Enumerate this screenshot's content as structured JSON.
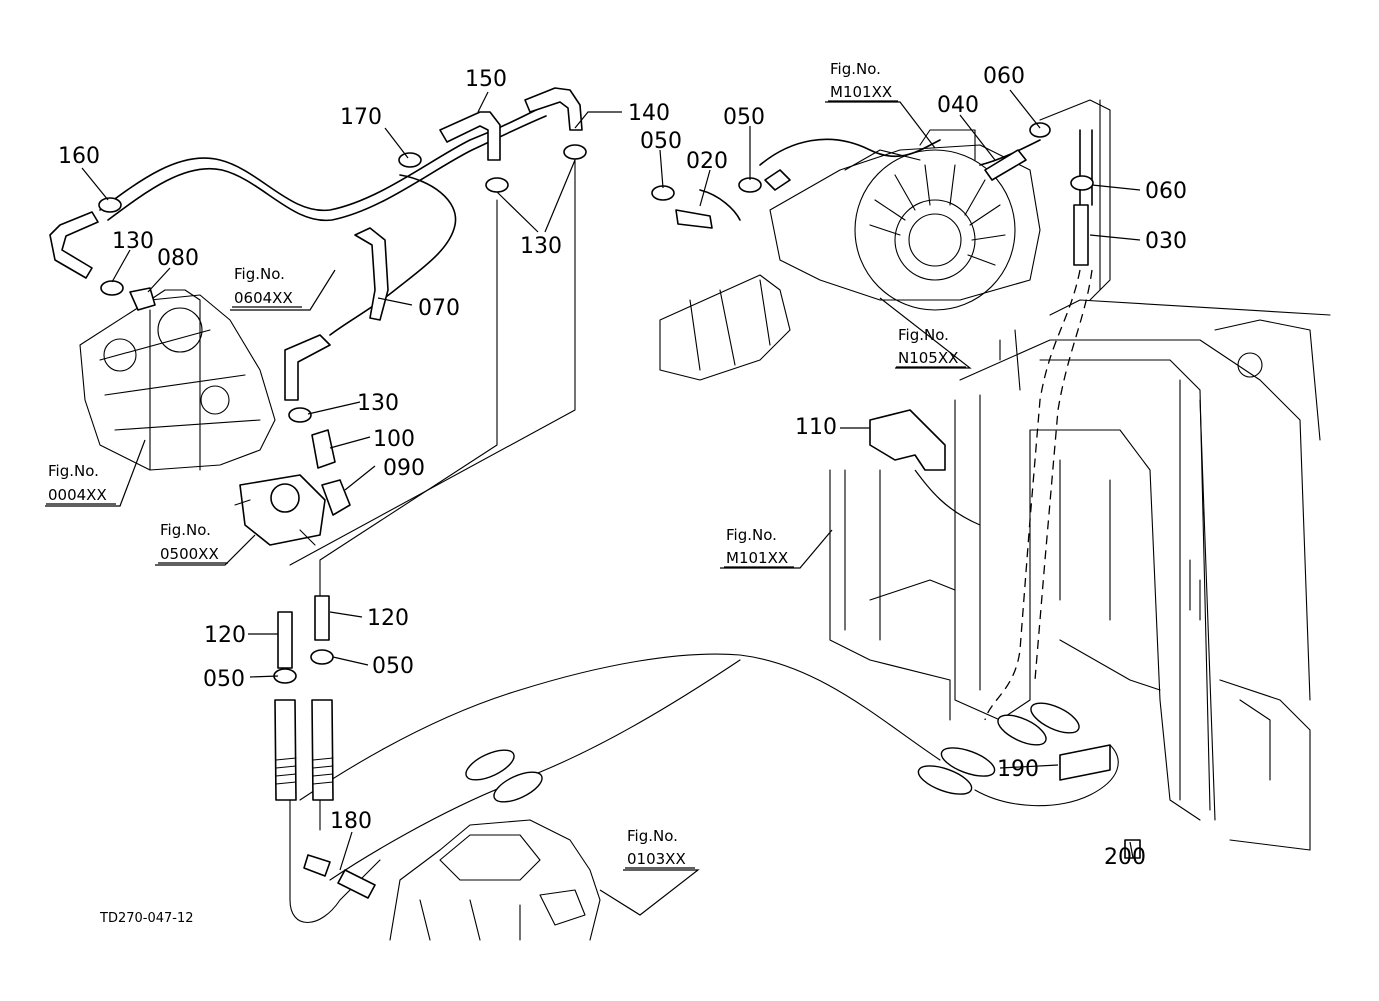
{
  "part_labels": {
    "p150": "150",
    "p140": "140",
    "p170": "170",
    "p160": "160",
    "p130_a": "130",
    "p080": "080",
    "p070": "070",
    "p130_b": "130",
    "p100": "100",
    "p090": "090",
    "p130_c": "130",
    "p050_a": "050",
    "p050_b": "050",
    "p020": "020",
    "p040": "040",
    "p060_a": "060",
    "p060_b": "060",
    "p030": "030",
    "p110": "110",
    "p120_a": "120",
    "p120_b": "120",
    "p050_c": "050",
    "p050_d": "050",
    "p180": "180",
    "p190": "190",
    "p200": "200"
  },
  "figure_refs": {
    "f0604": {
      "label": "Fig.No.",
      "code": "0604XX"
    },
    "f0004": {
      "label": "Fig.No.",
      "code": "0004XX"
    },
    "f0500": {
      "label": "Fig.No.",
      "code": "0500XX"
    },
    "fM101_top": {
      "label": "Fig.No.",
      "code": "M101XX"
    },
    "fN105": {
      "label": "Fig.No.",
      "code": "N105XX"
    },
    "fM101_mid": {
      "label": "Fig.No.",
      "code": "M101XX"
    },
    "f0103": {
      "label": "Fig.No.",
      "code": "0103XX"
    }
  },
  "drawing_code": "TD270-047-12"
}
